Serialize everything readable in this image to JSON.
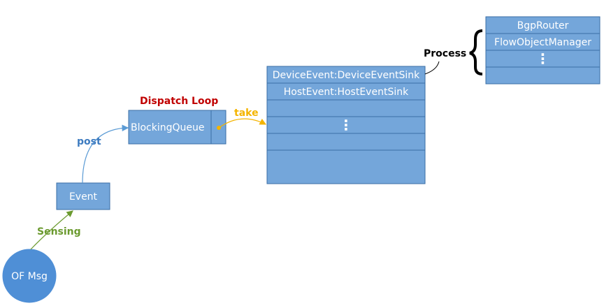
{
  "nodes": {
    "of_msg": "OF Msg",
    "event": "Event",
    "blocking_queue": "BlockingQueue",
    "sink_rows": [
      "DeviceEvent:DeviceEventSink",
      "HostEvent:HostEventSink",
      "",
      "⋮",
      "",
      ""
    ],
    "handler_rows": [
      "BgpRouter",
      "FlowObjectManager",
      "⋮",
      ""
    ]
  },
  "labels": {
    "sensing": "Sensing",
    "post": "post",
    "dispatch_loop": "Dispatch Loop",
    "take": "take",
    "process": "Process"
  },
  "colors": {
    "box_fill": "#74a6da",
    "box_stroke": "#3a6ea5",
    "circle_fill": "#4f8fd6",
    "sensing": "#6b9a2f",
    "post": "#3d7bc0",
    "dispatch_loop": "#c00000",
    "take": "#f4b400",
    "process": "#000000"
  }
}
